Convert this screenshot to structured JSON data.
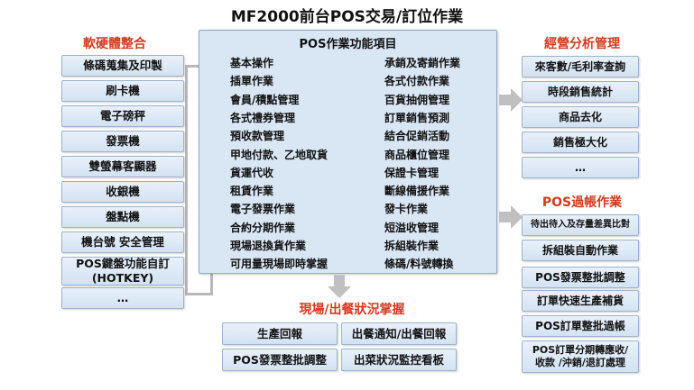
{
  "title": "MF2000前台POS交易/訂位作業",
  "left": {
    "title": "軟硬體整合",
    "items": [
      "條碼蒐集及印製",
      "刷卡機",
      "電子磅秤",
      "發票機",
      "雙螢幕客顯器",
      "收銀機",
      "盤點機",
      "機台號 安全管理",
      "POS鍵盤功能自訂\n(HOTKEY)",
      "…"
    ]
  },
  "center": {
    "title": "POS作業功能項目",
    "col1": [
      "基本操作",
      "插單作業",
      "會員/積點管理",
      "各式禮券管理",
      "預收款管理",
      "甲地付款、乙地取貨",
      "貨運代收",
      "租賃作業",
      "電子發票作業",
      "合約分期作業",
      "現場退換貨作業",
      "可用量現場即時掌握"
    ],
    "col2": [
      "承銷及寄銷作業",
      "各式付款作業",
      "百貨抽佣管理",
      "訂單銷售預測",
      "結合促銷活動",
      "商品櫃位管理",
      "保證卡管理",
      "斷線備援作業",
      "發卡作業",
      "短溢收管理",
      "拆組裝作業",
      "條碼/料號轉換"
    ]
  },
  "bottom": {
    "title": "現場/出餐狀況掌握",
    "items": [
      "生產回報",
      "出餐通知/出餐回報",
      "POS發票整批調整",
      "出菜狀況監控看板"
    ]
  },
  "right_top": {
    "title": "經營分析管理",
    "items": [
      "來客數/毛利率查詢",
      "時段銷售統計",
      "商品去化",
      "銷售極大化",
      "…"
    ]
  },
  "right_bottom": {
    "title": "POS過帳作業",
    "items": [
      "待出待入及存量差異比對",
      "拆組裝自動作業",
      "POS發票整批調整",
      "訂單快速生產補貨",
      "POS訂單整批過帳",
      "POS訂單分期轉應收/\n收款 /沖銷/退訂處理"
    ]
  }
}
